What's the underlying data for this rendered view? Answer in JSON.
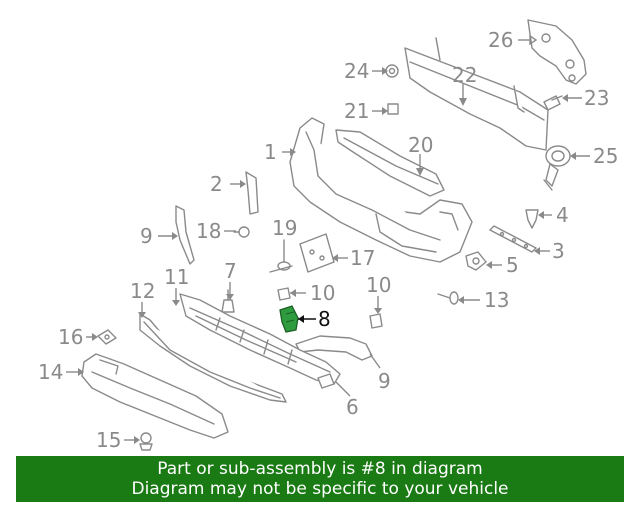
{
  "callouts": {
    "c1": "1",
    "c2": "2",
    "c3": "3",
    "c4": "4",
    "c5": "5",
    "c6": "6",
    "c7": "7",
    "c8": "8",
    "c9a": "9",
    "c9b": "9",
    "c10a": "10",
    "c10b": "10",
    "c11": "11",
    "c12": "12",
    "c13": "13",
    "c14": "14",
    "c15": "15",
    "c16": "16",
    "c17": "17",
    "c18": "18",
    "c19": "19",
    "c20": "20",
    "c21": "21",
    "c22": "22",
    "c23": "23",
    "c24": "24",
    "c25": "25",
    "c26": "26"
  },
  "highlighted_part": "8",
  "colors": {
    "highlight": "#2e9b3e",
    "banner": "#1a7a14",
    "line_art": "#8a8a8a"
  },
  "banner": {
    "line1": "Part or sub-assembly is #8 in diagram",
    "line2": "Diagram may not be specific to your vehicle"
  }
}
